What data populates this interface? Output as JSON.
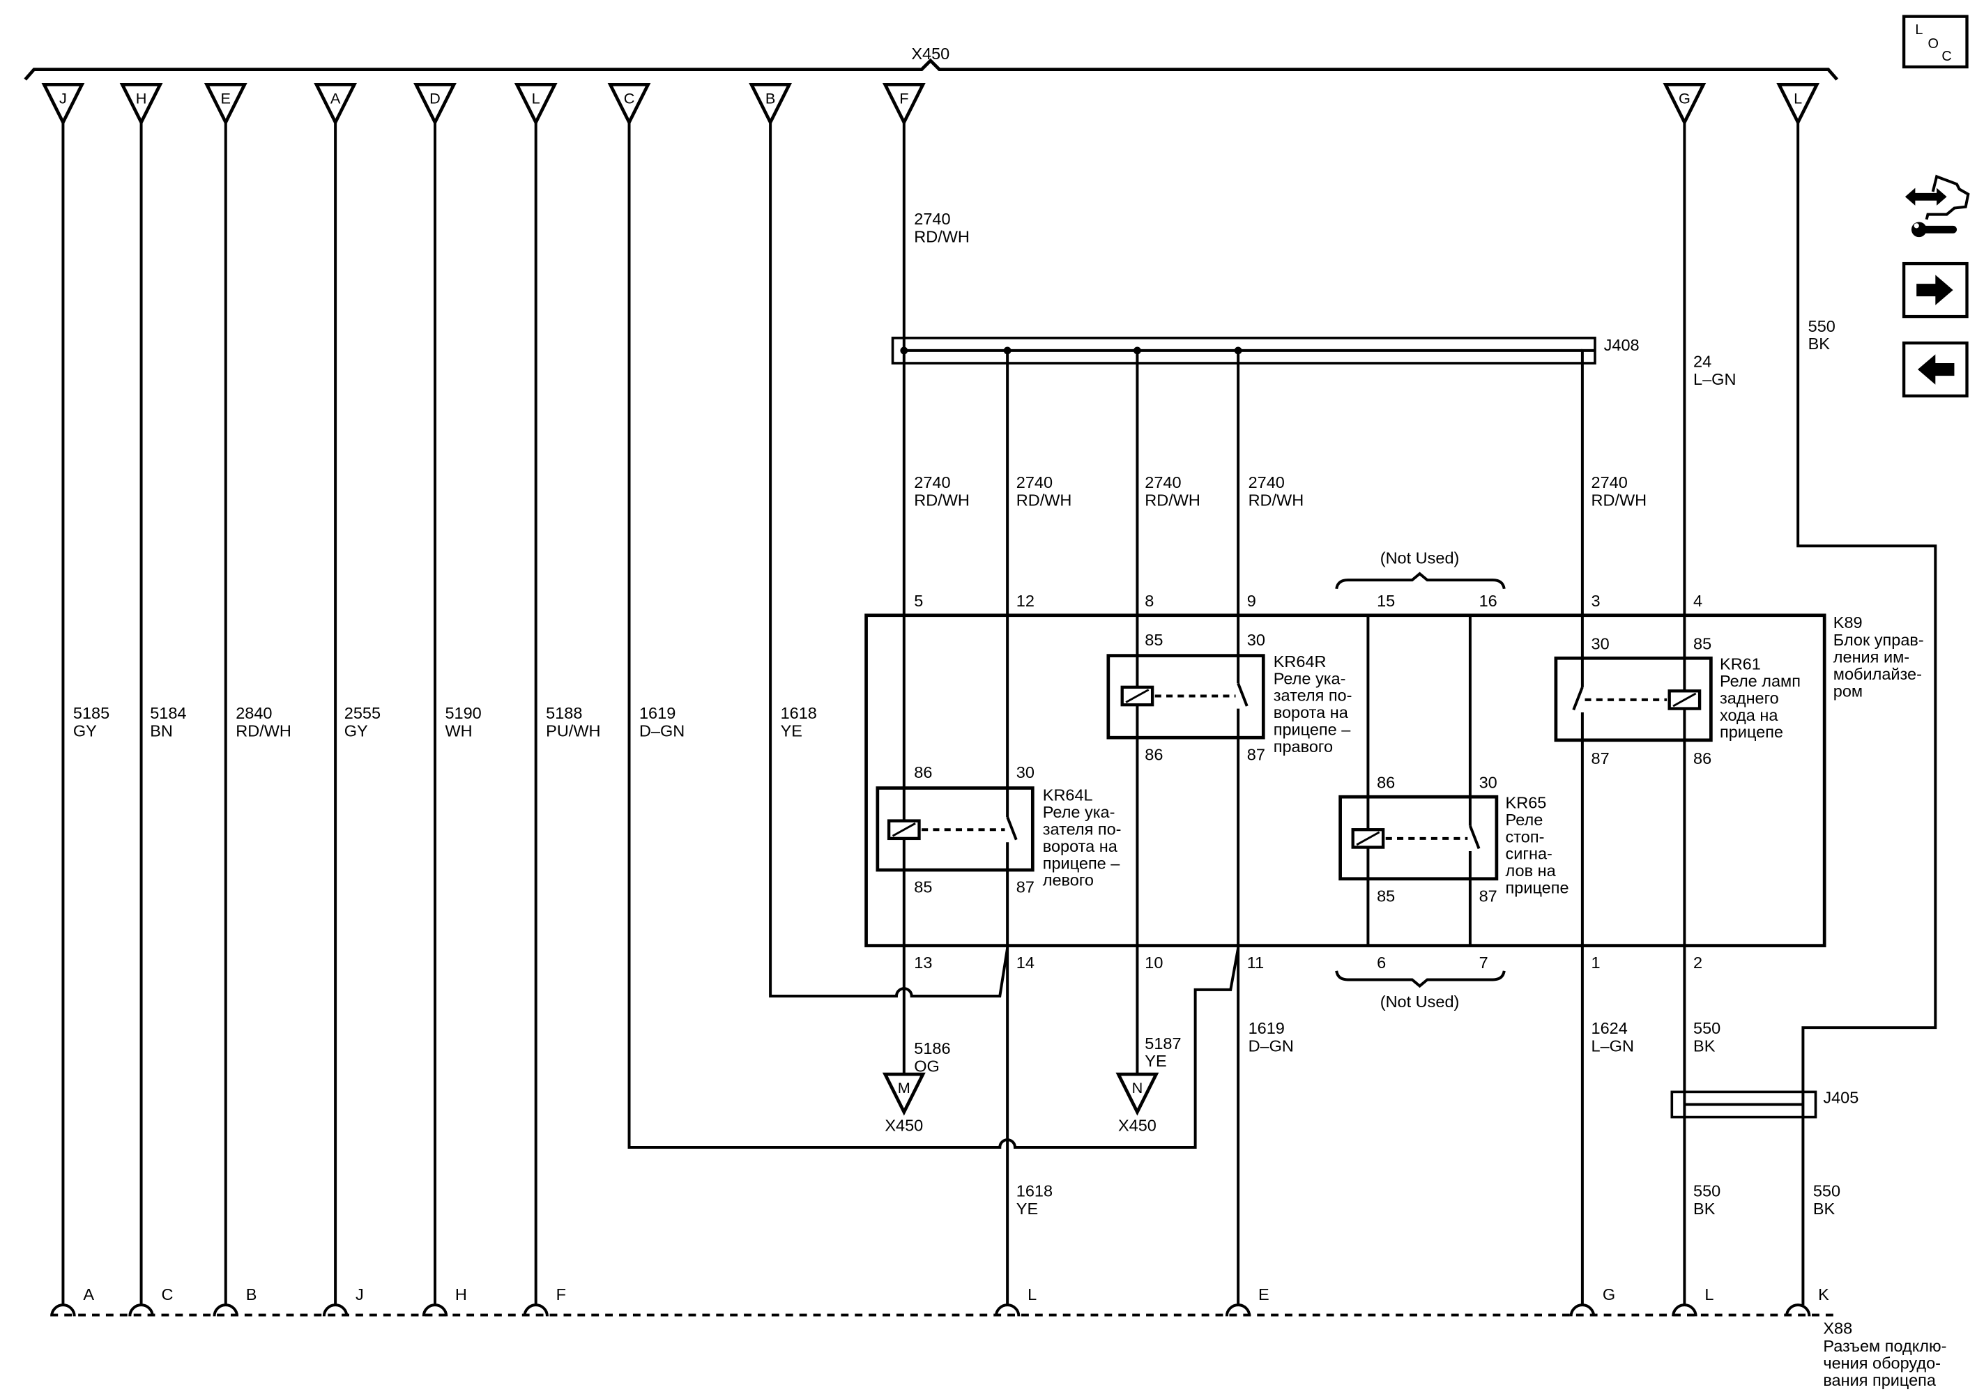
{
  "top_connector": {
    "label": "X450",
    "pins": [
      "J",
      "H",
      "E",
      "A",
      "D",
      "L",
      "C",
      "B",
      "F",
      "G",
      "L"
    ]
  },
  "wire_labels": [
    {
      "circuit": "5185",
      "color": "GY"
    },
    {
      "circuit": "5184",
      "color": "BN"
    },
    {
      "circuit": "2840",
      "color": "RD/WH"
    },
    {
      "circuit": "2555",
      "color": "GY"
    },
    {
      "circuit": "5190",
      "color": "WH"
    },
    {
      "circuit": "5188",
      "color": "PU/WH"
    },
    {
      "circuit": "1619",
      "color": "D–GN"
    },
    {
      "circuit": "1618",
      "color": "YE"
    },
    {
      "circuit": "2740",
      "color": "RD/WH"
    },
    {
      "circuit": "2740",
      "color": "RD/WH"
    },
    {
      "circuit": "2740",
      "color": "RD/WH"
    },
    {
      "circuit": "2740",
      "color": "RD/WH"
    },
    {
      "circuit": "2740",
      "color": "RD/WH"
    },
    {
      "circuit": "2740",
      "color": "RD/WH"
    },
    {
      "circuit": "24",
      "color": "L–GN"
    },
    {
      "circuit": "550",
      "color": "BK"
    },
    {
      "circuit": "5186",
      "color": "OG"
    },
    {
      "circuit": "5187",
      "color": "YE"
    },
    {
      "circuit": "1619",
      "color": "D–GN"
    },
    {
      "circuit": "1624",
      "color": "L–GN"
    },
    {
      "circuit": "550",
      "color": "BK"
    },
    {
      "circuit": "1618",
      "color": "YE"
    },
    {
      "circuit": "550",
      "color": "BK"
    },
    {
      "circuit": "550",
      "color": "BK"
    }
  ],
  "splices": {
    "j408": "J408",
    "j405": "J405"
  },
  "module": {
    "id": "K89",
    "desc": [
      "Блок управ-",
      "ления им-",
      "мобилайзе-",
      "ром"
    ],
    "top_pins": [
      "5",
      "12",
      "8",
      "9",
      "15",
      "16",
      "3",
      "4"
    ],
    "bottom_pins": [
      "13",
      "14",
      "10",
      "11",
      "6",
      "7",
      "1",
      "2"
    ],
    "not_used_top": "(Not Used)",
    "not_used_bottom": "(Not Used)"
  },
  "relays": [
    {
      "id": "KR64L",
      "desc": [
        "Реле ука-",
        "зателя по-",
        "ворота на",
        "прицепе –",
        "левого"
      ],
      "pins": [
        "86",
        "30",
        "85",
        "87"
      ]
    },
    {
      "id": "KR64R",
      "desc": [
        "Реле ука-",
        "зателя по-",
        "ворота на",
        "прицепе –",
        "правого"
      ],
      "pins": [
        "85",
        "30",
        "86",
        "87"
      ]
    },
    {
      "id": "KR65",
      "desc": [
        "Реле",
        "стоп-",
        "сигна-",
        "лов на",
        "прицепе"
      ],
      "pins": [
        "86",
        "30",
        "85",
        "87"
      ]
    },
    {
      "id": "KR61",
      "desc": [
        "Реле ламп",
        "заднего",
        "хода на",
        "прицепе"
      ],
      "pins": [
        "30",
        "85",
        "87",
        "86"
      ]
    }
  ],
  "inline_connectors": [
    {
      "pin": "M",
      "connector": "X450"
    },
    {
      "pin": "N",
      "connector": "X450"
    }
  ],
  "bottom_connector": {
    "id": "X88",
    "desc": [
      "Разъем подклю-",
      "чения оборудо-",
      "вания прицепа"
    ],
    "pins": [
      "A",
      "C",
      "B",
      "J",
      "H",
      "F",
      "L",
      "E",
      "G",
      "L",
      "K"
    ]
  },
  "nav": {
    "loc_letters": [
      "L",
      "O",
      "C"
    ],
    "icons": [
      "loc-icon",
      "component-wiring-icon",
      "next-page-arrow-icon",
      "previous-page-arrow-icon"
    ]
  }
}
